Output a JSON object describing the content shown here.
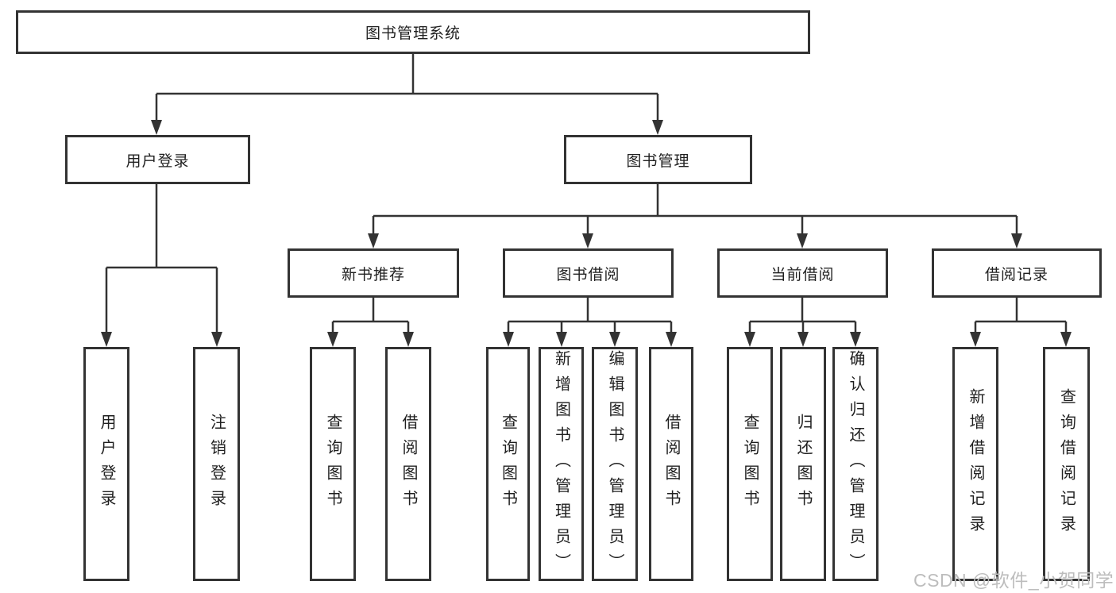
{
  "diagram": {
    "root": "图书管理系统",
    "branches": [
      {
        "label": "用户登录",
        "leaves": [
          "用户登录",
          "注销登录"
        ]
      },
      {
        "label": "图书管理",
        "groups": [
          {
            "label": "新书推荐",
            "leaves": [
              "查询图书",
              "借阅图书"
            ]
          },
          {
            "label": "图书借阅",
            "leaves": [
              "查询图书",
              "新增图书（管理员）",
              "编辑图书（管理员）",
              "借阅图书"
            ]
          },
          {
            "label": "当前借阅",
            "leaves": [
              "查询图书",
              "归还图书",
              "确认归还（管理员）"
            ]
          },
          {
            "label": "借阅记录",
            "leaves": [
              "新增借阅记录",
              "查询借阅记录"
            ]
          }
        ]
      }
    ]
  },
  "watermark": "CSDN @软件_小贺同学",
  "colors": {
    "line": "#333333",
    "border": "#333333",
    "text": "#1f1f1f",
    "watermark": "#bdbdbd"
  }
}
